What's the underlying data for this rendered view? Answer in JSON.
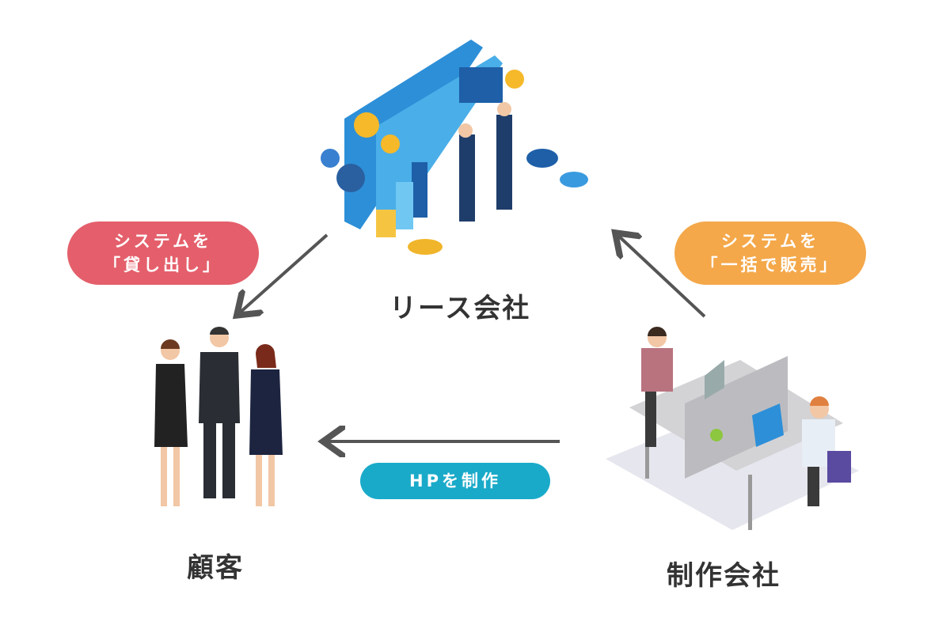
{
  "nodes": {
    "lease_company": "リース会社",
    "customer": "顧客",
    "production_company": "制作会社"
  },
  "flows": {
    "lend": {
      "line1": "システムを",
      "line2": "「貸し出し」",
      "color": "#e45f6b"
    },
    "sell": {
      "line1": "システムを",
      "line2": "「一括で販売」",
      "color": "#f4a84a"
    },
    "make_hp": {
      "line1": "HPを制作",
      "color": "#1aaac9"
    }
  }
}
